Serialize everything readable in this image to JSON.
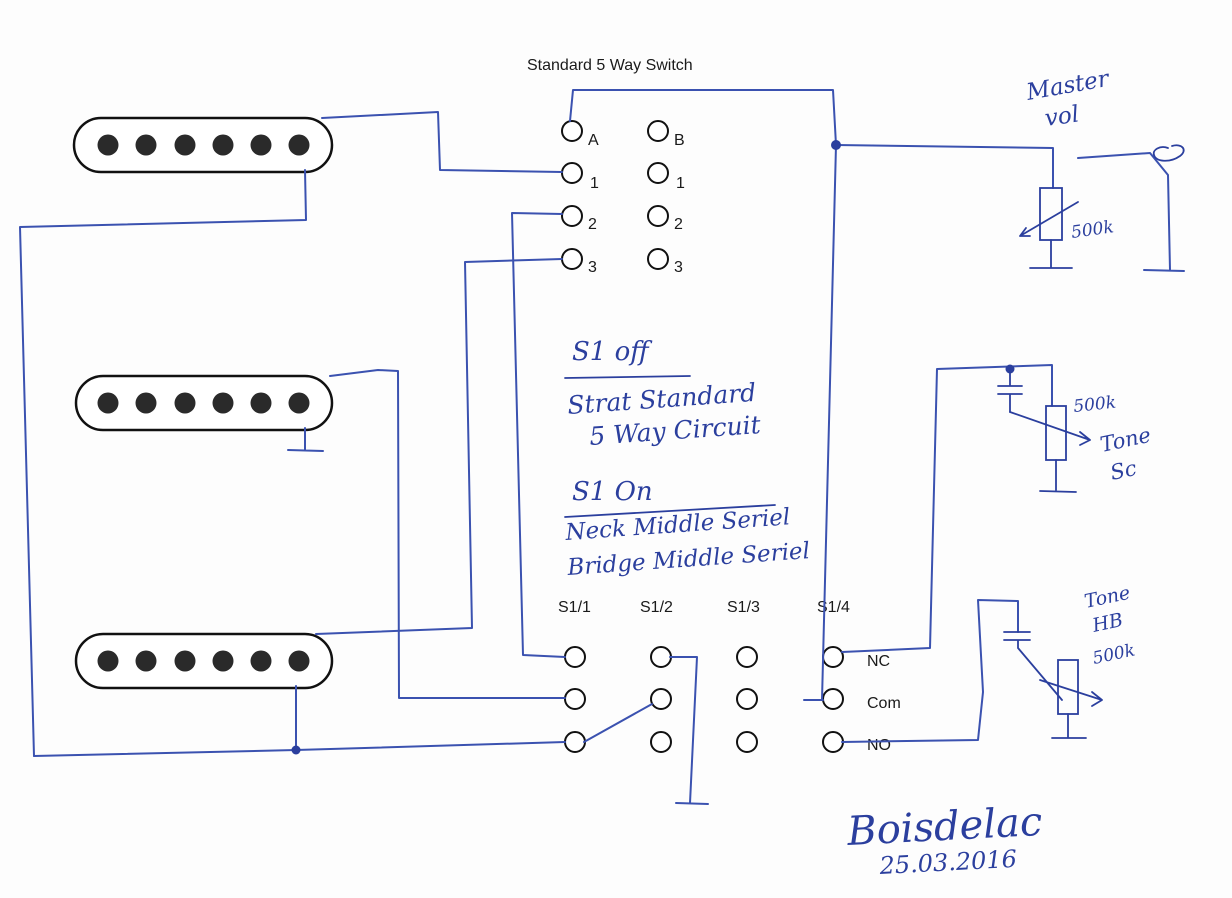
{
  "switch_title": "Standard 5 Way Switch",
  "five_way": {
    "row_labels_a": [
      "A",
      "1",
      "2",
      "3"
    ],
    "row_labels_b": [
      "B",
      "1",
      "2",
      "3"
    ]
  },
  "s1": {
    "column_labels": [
      "S1/1",
      "S1/2",
      "S1/3",
      "S1/4"
    ],
    "row_labels": [
      "NC",
      "Com",
      "NO"
    ]
  },
  "notes": {
    "s1_off_title": "S1 off",
    "s1_off_lines": [
      "Strat Standard",
      "5 Way Circuit"
    ],
    "s1_on_title": "S1 On",
    "s1_on_lines": [
      "Neck Middle Seriel",
      "Bridge Middle Seriel"
    ]
  },
  "master_vol": {
    "label_lines": [
      "Master",
      "vol"
    ],
    "value": "500k"
  },
  "tone_sc": {
    "value": "500k",
    "label_lines": [
      "Tone",
      "Sc"
    ]
  },
  "tone_hb": {
    "label_lines": [
      "Tone",
      "HB",
      "500k"
    ]
  },
  "signature": {
    "name": "Boisdelac",
    "date": "25.03.2016"
  },
  "colors": {
    "ink": "#2b3f9e",
    "wire": "#3b52b0",
    "print": "#1a1a1a"
  }
}
